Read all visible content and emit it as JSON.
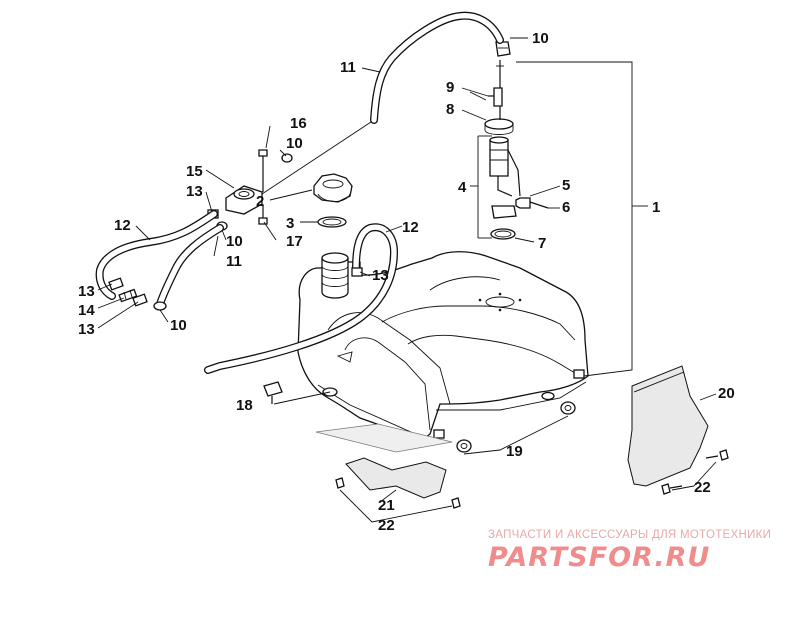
{
  "callouts": [
    {
      "id": "c1",
      "text": "1"
    },
    {
      "id": "c2",
      "text": "2"
    },
    {
      "id": "c3",
      "text": "3"
    },
    {
      "id": "c4",
      "text": "4"
    },
    {
      "id": "c5",
      "text": "5"
    },
    {
      "id": "c6",
      "text": "6"
    },
    {
      "id": "c7",
      "text": "7"
    },
    {
      "id": "c8",
      "text": "8"
    },
    {
      "id": "c9",
      "text": "9"
    },
    {
      "id": "c10a",
      "text": "10"
    },
    {
      "id": "c10b",
      "text": "10"
    },
    {
      "id": "c10c",
      "text": "10"
    },
    {
      "id": "c10d",
      "text": "10"
    },
    {
      "id": "c11a",
      "text": "11"
    },
    {
      "id": "c11b",
      "text": "11"
    },
    {
      "id": "c12a",
      "text": "12"
    },
    {
      "id": "c12b",
      "text": "12"
    },
    {
      "id": "c13a",
      "text": "13"
    },
    {
      "id": "c13b",
      "text": "13"
    },
    {
      "id": "c13c",
      "text": "13"
    },
    {
      "id": "c13d",
      "text": "13"
    },
    {
      "id": "c14",
      "text": "14"
    },
    {
      "id": "c15",
      "text": "15"
    },
    {
      "id": "c16",
      "text": "16"
    },
    {
      "id": "c17",
      "text": "17"
    },
    {
      "id": "c18",
      "text": "18"
    },
    {
      "id": "c19",
      "text": "19"
    },
    {
      "id": "c20",
      "text": "20"
    },
    {
      "id": "c21",
      "text": "21"
    },
    {
      "id": "c22a",
      "text": "22"
    },
    {
      "id": "c22b",
      "text": "22"
    }
  ],
  "watermark": {
    "tagline": "ЗАПЧАСТИ И АКСЕССУАРЫ ДЛЯ МОТОТЕХНИКИ",
    "logo": "PARTSFOR.RU",
    "color": "#f08c8c"
  }
}
